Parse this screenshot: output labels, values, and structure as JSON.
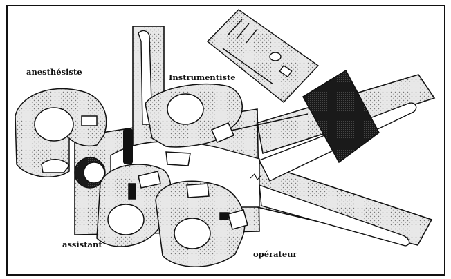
{
  "labels": {
    "anesthesiste": "anesthésiste",
    "instrumentiste": "Instrumentiste",
    "assistant": "assistant",
    "operateur": "opérateur"
  },
  "colors": {
    "ink": "#111111",
    "stipple_fill": "#e6e6e6",
    "background": "#ffffff"
  }
}
